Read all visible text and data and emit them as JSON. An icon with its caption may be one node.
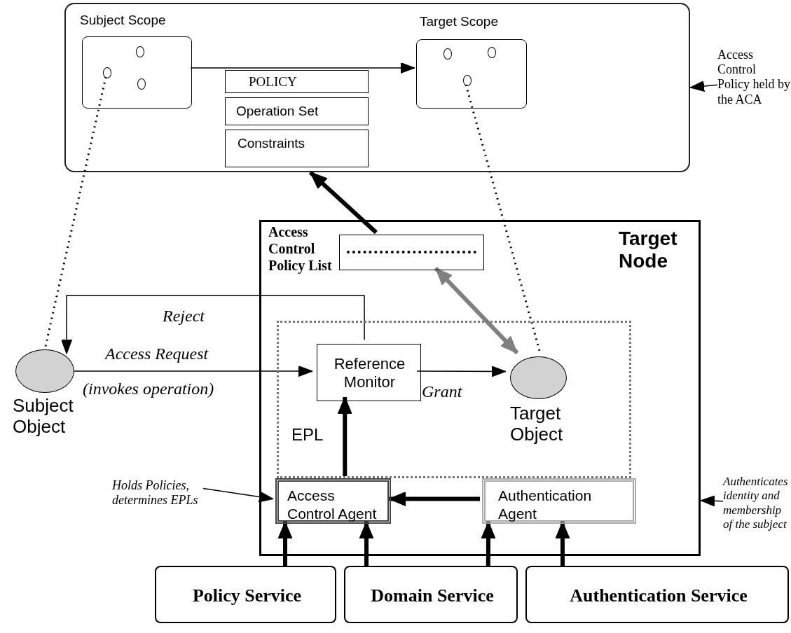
{
  "diagram": {
    "nodes": [
      {
        "text": [],
        "shape": "box"
      },
      {
        "text": [
          "Subject Scope"
        ],
        "in": 0
      },
      {
        "text": [
          "Target Scope"
        ],
        "in": 0
      },
      {
        "text": [
          "POLICY"
        ],
        "in": 0
      },
      {
        "text": [
          "Operation Set"
        ],
        "in": 0
      },
      {
        "text": [
          "Constraints"
        ],
        "in": 0
      },
      {
        "text": [],
        "shape": "circle",
        "in": 1
      },
      {
        "text": [],
        "shape": "circle",
        "in": 1
      },
      {
        "text": [],
        "shape": "circle",
        "in": 1
      },
      {
        "text": [],
        "shape": "circle",
        "in": 2
      },
      {
        "text": [],
        "shape": "circle",
        "in": 2
      },
      {
        "text": [],
        "shape": "circle",
        "in": 2
      },
      {
        "text": [
          "Target Node"
        ]
      },
      {
        "text": [
          "Access Control Policy List"
        ],
        "in": 12
      },
      {
        "text": [],
        "shape": "box",
        "in": 12
      },
      {
        "text": [
          "Subject Object"
        ]
      },
      {
        "text": [
          "Reference Monitor"
        ],
        "in": 14
      },
      {
        "text": [
          "Target Object"
        ],
        "in": 14
      },
      {
        "text": [
          "Access Control Agent"
        ],
        "in": 12
      },
      {
        "text": [
          "Authentication Agent"
        ],
        "in": 12
      },
      {
        "text": [
          "Policy Service"
        ]
      },
      {
        "text": [
          "Domain Service"
        ]
      },
      {
        "text": [
          "Authentication Service"
        ]
      },
      {
        "text": [
          "Access Control Policy held by the ACA"
        ]
      },
      {
        "text": [
          "Holds Policies, determines EPLs"
        ]
      },
      {
        "text": [
          "Authenticates identity and membership of the subject"
        ]
      }
    ],
    "edges": [
      {
        "from": 1,
        "to": 2,
        "arrow": "to"
      },
      {
        "from": 7,
        "to": 15,
        "arrow": "none",
        "style": "dashed"
      },
      {
        "from": 11,
        "to": 17,
        "arrow": "none",
        "style": "dashed"
      },
      {
        "from": 13,
        "to": 0,
        "arrow": "to",
        "style": "thick"
      },
      {
        "from": 13,
        "to": 17,
        "arrow": "both",
        "style": "thick",
        "color": "#808080"
      },
      {
        "from": 16,
        "to": 15,
        "arrow": "to",
        "label": "Reject"
      },
      {
        "from": 15,
        "to": 16,
        "arrow": "to",
        "label": "Access Request"
      },
      {
        "from": 16,
        "to": 17,
        "arrow": "to",
        "label": "Grant"
      },
      {
        "from": 18,
        "to": 16,
        "arrow": "to",
        "style": "thick",
        "label": "EPL"
      },
      {
        "from": 19,
        "to": 18,
        "arrow": "to",
        "style": "thick"
      },
      {
        "from": 20,
        "to": 18,
        "arrow": "to",
        "style": "thick"
      },
      {
        "from": 21,
        "to": 18,
        "arrow": "to",
        "style": "thick"
      },
      {
        "from": 21,
        "to": 19,
        "arrow": "to",
        "style": "thick"
      },
      {
        "from": 22,
        "to": 19,
        "arrow": "to",
        "style": "thick"
      },
      {
        "from": 23,
        "to": 0,
        "arrow": "to"
      },
      {
        "from": 24,
        "to": 18,
        "arrow": "to"
      },
      {
        "from": 25,
        "to": 12,
        "arrow": "to"
      }
    ],
    "labels": [
      "(invokes operation)"
    ]
  }
}
